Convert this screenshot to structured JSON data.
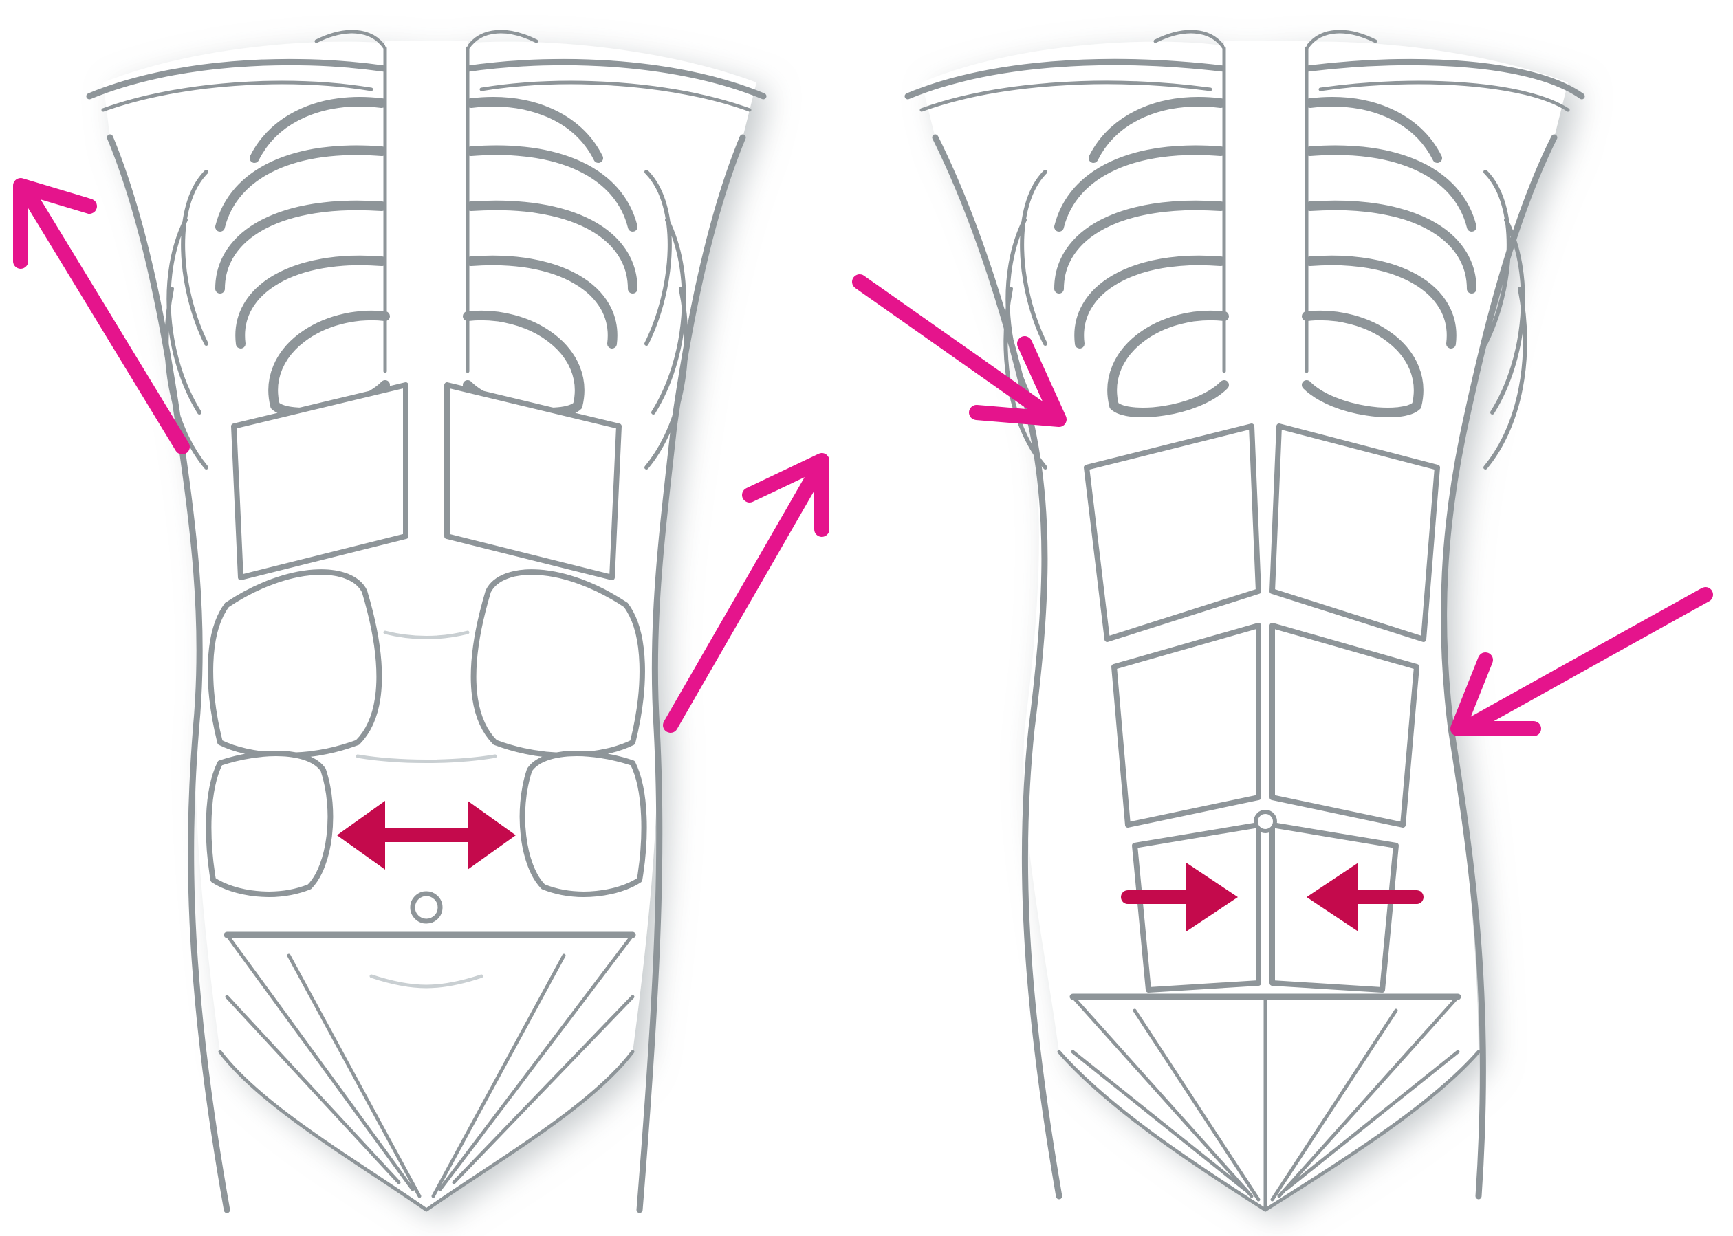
{
  "figure": {
    "panels": [
      {
        "id": "left",
        "state": "separated abdominal muscles (diastasis)"
      },
      {
        "id": "right",
        "state": "closed abdominal muscles"
      }
    ]
  },
  "colors": {
    "outline": "#8e9599",
    "outline_faint": "#c9cfd2",
    "arrow_pink": "#e5148c",
    "arrow_red": "#c40a4c",
    "shadow": "#9aa2a6",
    "background": "#ffffff"
  },
  "icons": {
    "outward_arrow": "arrow-outward-icon",
    "inward_arrow": "arrow-inward-icon",
    "double_arrow": "double-headed-arrow-icon"
  }
}
